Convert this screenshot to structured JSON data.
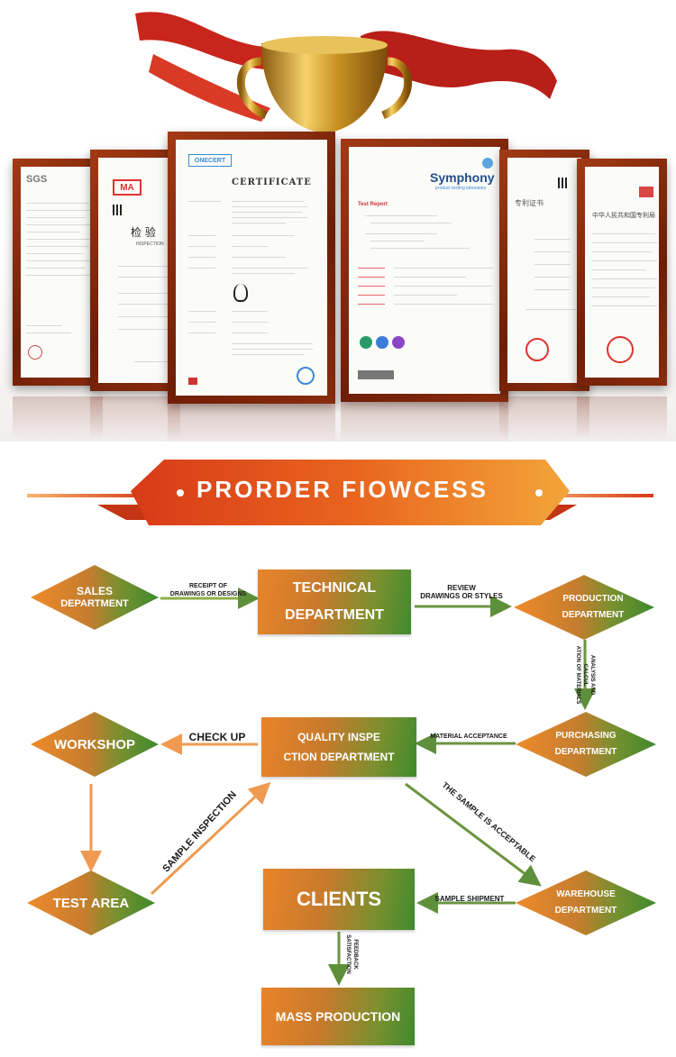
{
  "certificates": {
    "sgs": {
      "title": "SGS"
    },
    "cma": {
      "logo": "MA",
      "title": "检  验",
      "sub": "INSPECTION"
    },
    "onecert": {
      "logo": "ONECERT",
      "title": "CERTIFICATE"
    },
    "symphony": {
      "logo": "Symphony",
      "sub": "product testing laboratory",
      "heading": "Test Report"
    },
    "patent": {
      "title": "专利证书"
    },
    "chinese": {
      "title": "中华人民共和国专利局"
    }
  },
  "banner": {
    "title": "PRORDER FIOWCESS"
  },
  "flow": {
    "nodes": {
      "sales": [
        "SALES",
        "DEPARTMENT"
      ],
      "technical": [
        "TECHNICAL",
        "DEPARTMENT"
      ],
      "production": [
        "PRODUCTION",
        "DEPARTMENT"
      ],
      "workshop": "WORKSHOP",
      "quality": [
        "QUALITY INSPE",
        "CTION DEPARTMENT"
      ],
      "purchasing": [
        "PURCHASING",
        "DEPARTMENT"
      ],
      "test_area": "TEST AREA",
      "clients": "CLIENTS",
      "warehouse": [
        "WAREHOUSE",
        "DEPARTMENT"
      ],
      "mass_production": "MASS PRODUCTION"
    },
    "edges": {
      "receipt": [
        "RECEIPT OF",
        "DRAWINGS OR DESIGNS"
      ],
      "review": [
        "REVIEW",
        "DRAWINGS OR STYLES"
      ],
      "analysis": [
        "ANALYSIS AND CALCUL",
        "ATION OF MATERIALS"
      ],
      "material": "MATERIAL ACCEPTANCE",
      "check_up": "CHECK UP",
      "sample_inspection": "SAMPLE INSPECTION",
      "acceptable": "THE SAMPLE IS ACCEPTABLE",
      "shipment": "SAMPLE SHIPMENT",
      "feedback": [
        "FEEDBACK",
        "SATISFACTION"
      ]
    }
  },
  "colors": {
    "orange": "#e9842a",
    "green": "#3f8a2e",
    "frame": "#8a2c0e",
    "banner": "#e2541e"
  }
}
